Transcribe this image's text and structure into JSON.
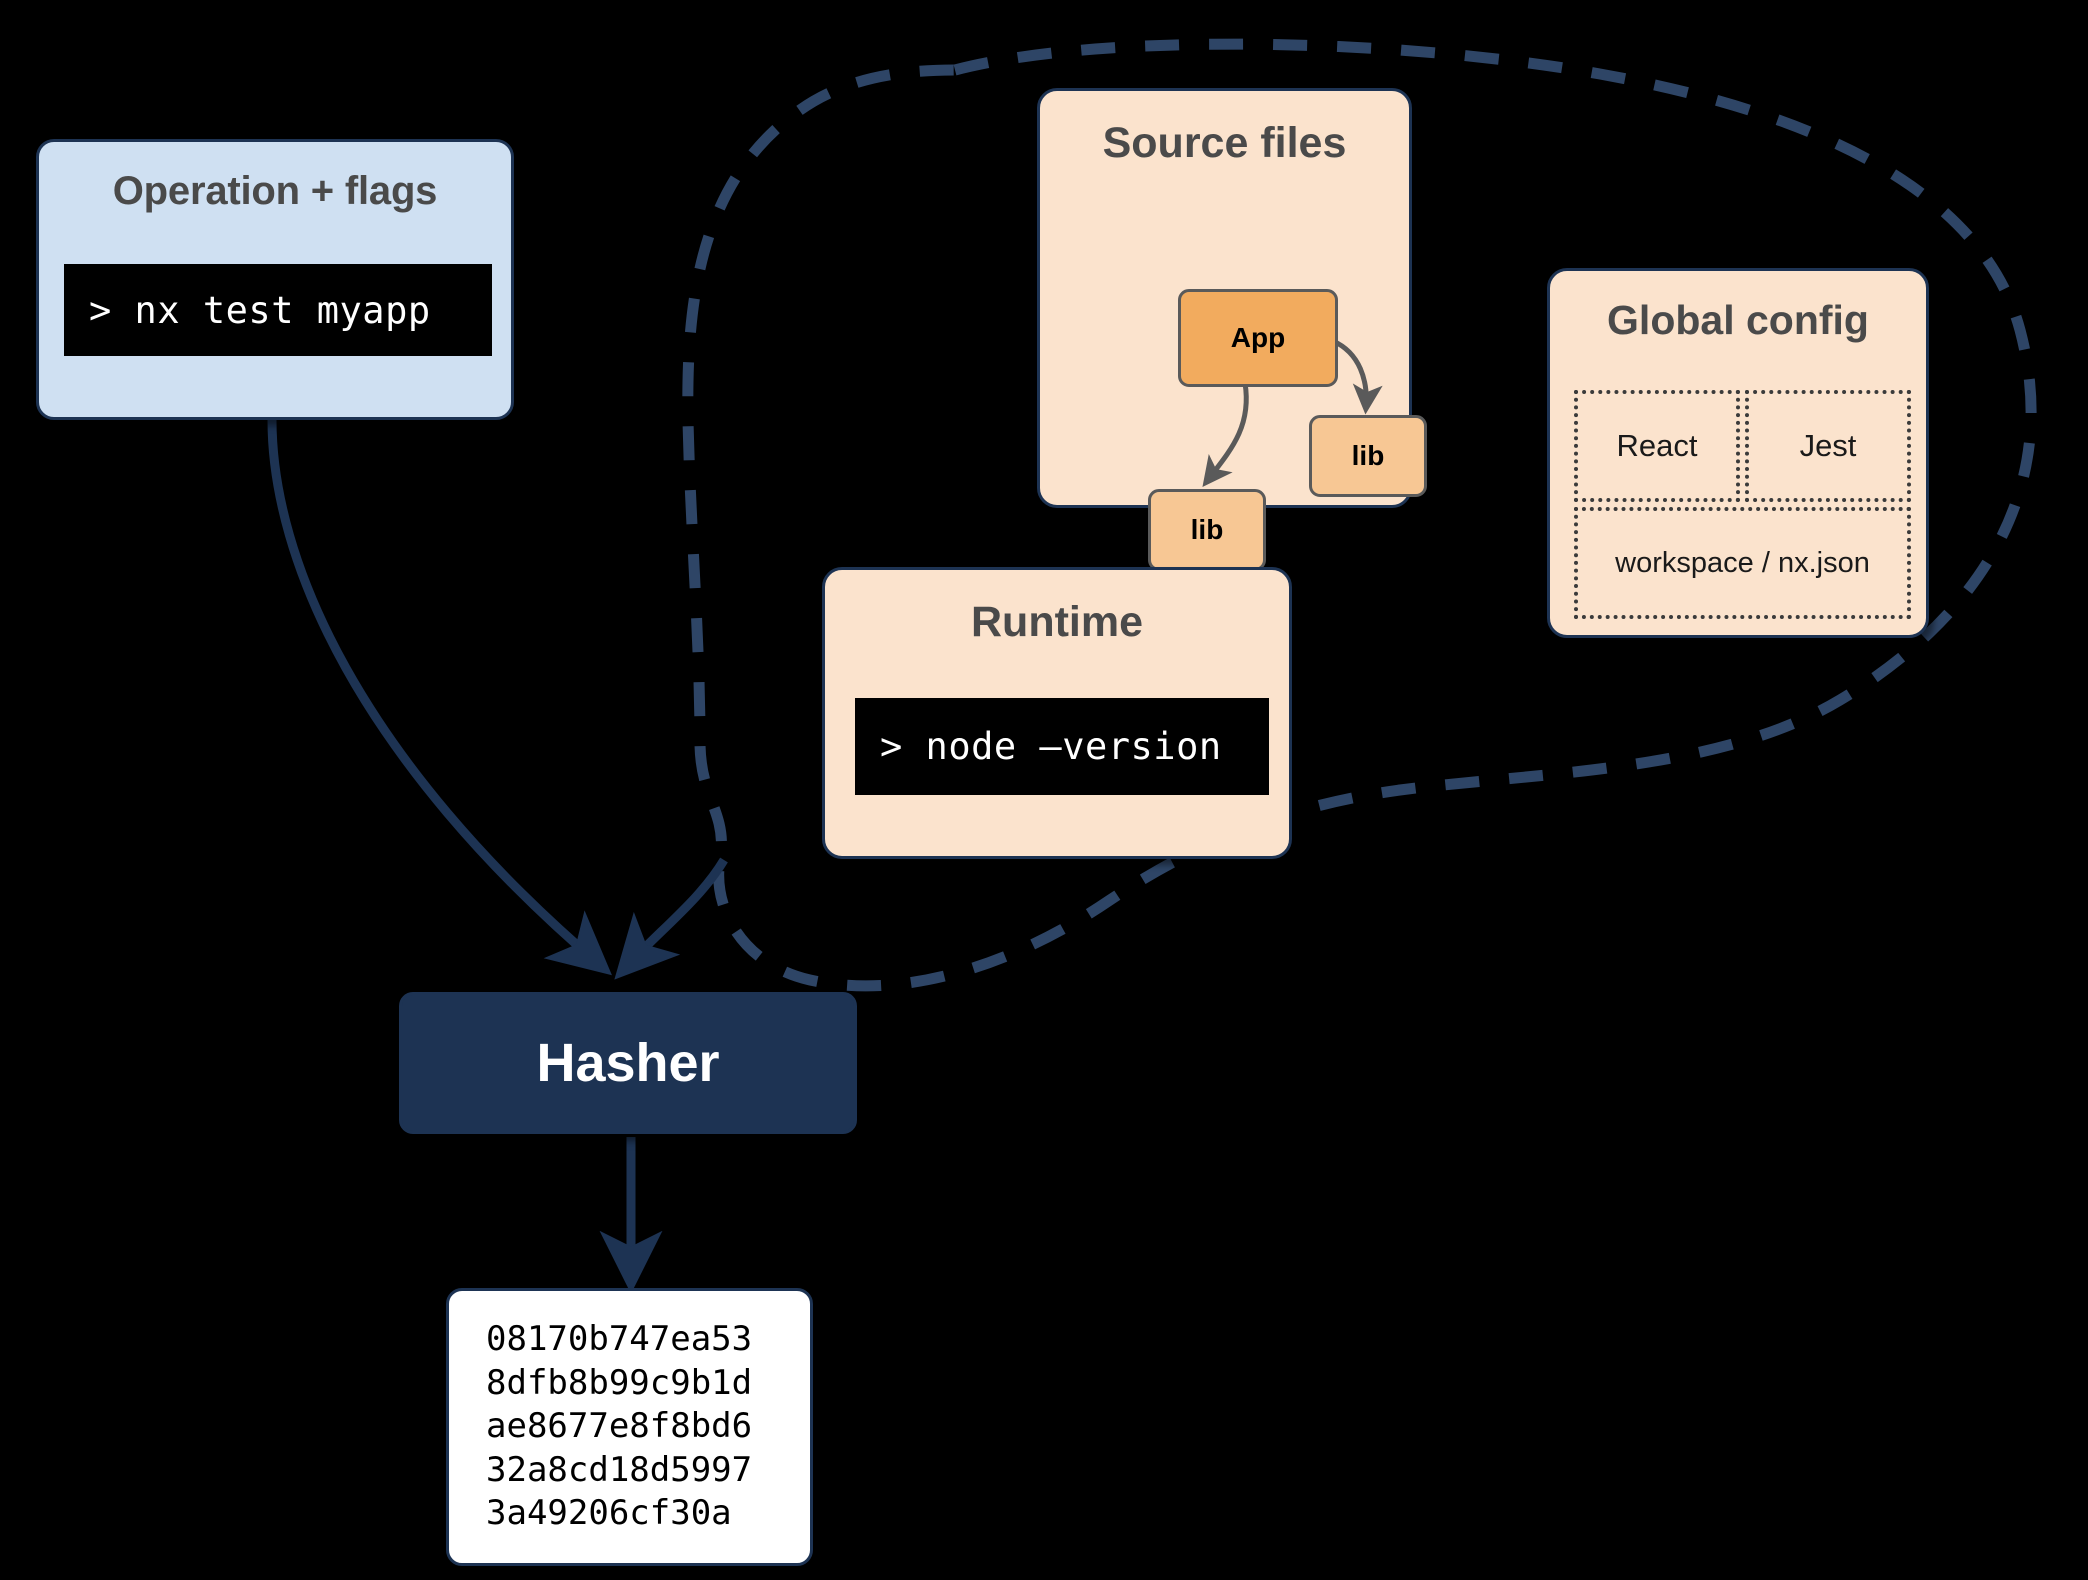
{
  "diagram": {
    "title": "Nx Hasher inputs diagram",
    "colors": {
      "background": "#000000",
      "navy": "#1d3353",
      "operation_fill": "#cfe0f2",
      "panel_fill": "#fbe3cd",
      "app_fill": "#f2ab5e",
      "lib_fill": "#f7c794",
      "terminal_bg": "#000000",
      "terminal_fg": "#ffffff",
      "heading_text": "#4a4a4a",
      "hash_fill": "#ffffff"
    }
  },
  "operation": {
    "title": "Operation + flags",
    "terminal_command": "> nx test myapp"
  },
  "source_files": {
    "title": "Source files",
    "nodes": [
      {
        "label": "App"
      },
      {
        "label": "lib"
      },
      {
        "label": "lib"
      }
    ]
  },
  "global_config": {
    "title": "Global config",
    "items": [
      {
        "label": "React"
      },
      {
        "label": "Jest"
      },
      {
        "label": "workspace / nx.json"
      }
    ]
  },
  "runtime": {
    "title": "Runtime",
    "terminal_command": "> node –version"
  },
  "hasher": {
    "label": "Hasher"
  },
  "hash_output": {
    "lines": [
      "08170b747ea53",
      "8dfb8b99c9b1d",
      "ae8677e8f8bd6",
      "32a8cd18d5997",
      "3a49206cf30a"
    ]
  },
  "connectors": {
    "operation_to_hasher": "curved-arrow",
    "inputs_group_to_hasher": "curved-arrow",
    "hasher_to_hash": "straight-arrow",
    "group_enclosure": "dashed-cloud-outline",
    "app_to_lib_right": "curved-arrow",
    "app_to_lib_left": "curved-arrow"
  }
}
